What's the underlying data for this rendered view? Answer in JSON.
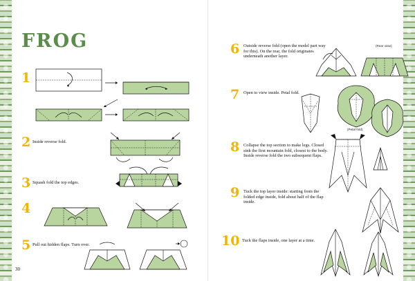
{
  "title": "FROG",
  "page_number": "30",
  "steps": [
    {
      "number": "1",
      "text": ""
    },
    {
      "number": "2",
      "text": "Inside reverse fold."
    },
    {
      "number": "3",
      "text": "Squash fold the top edges."
    },
    {
      "number": "4",
      "text": ""
    },
    {
      "number": "5",
      "text": "Pull out hidden flaps. Turn over."
    },
    {
      "number": "6",
      "text": "Outside reverse fold (open the model part way for this). On the rear, the fold originates underneath another layer."
    },
    {
      "number": "7",
      "text": "Open to view inside. Petal fold."
    },
    {
      "number": "8",
      "text": "Collapse the top section to make legs. Closed sink the first mountain fold, closest to the body. Inside reverse fold the two subsequent flaps."
    },
    {
      "number": "9",
      "text": "Tuck the top layer inside: starting from the folded edge inside, fold about half of the flap inside."
    },
    {
      "number": "10",
      "text": "Tuck the flaps inside, one layer at a time."
    }
  ],
  "labels": {
    "rear_view": "(Rear view)",
    "petal_fold": "(Petal fold)"
  },
  "colors": {
    "paper_green": "#b8d59f",
    "step_number": "#f2b500",
    "title_green": "#5a8c4c"
  }
}
